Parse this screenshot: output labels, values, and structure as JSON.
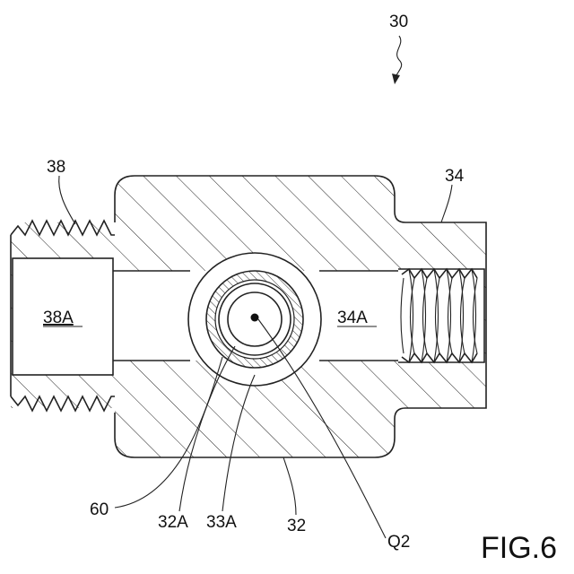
{
  "drawing": {
    "assembly_ref": "30",
    "figure_label": "FIG.6",
    "labels": {
      "l38": "38",
      "l34": "34",
      "l38A": "38A",
      "l34A": "34A",
      "l60": "60",
      "l32A": "32A",
      "l33A": "33A",
      "l32": "32",
      "lQ2": "Q2"
    },
    "colors": {
      "line": "#222222",
      "background": "#ffffff"
    }
  }
}
